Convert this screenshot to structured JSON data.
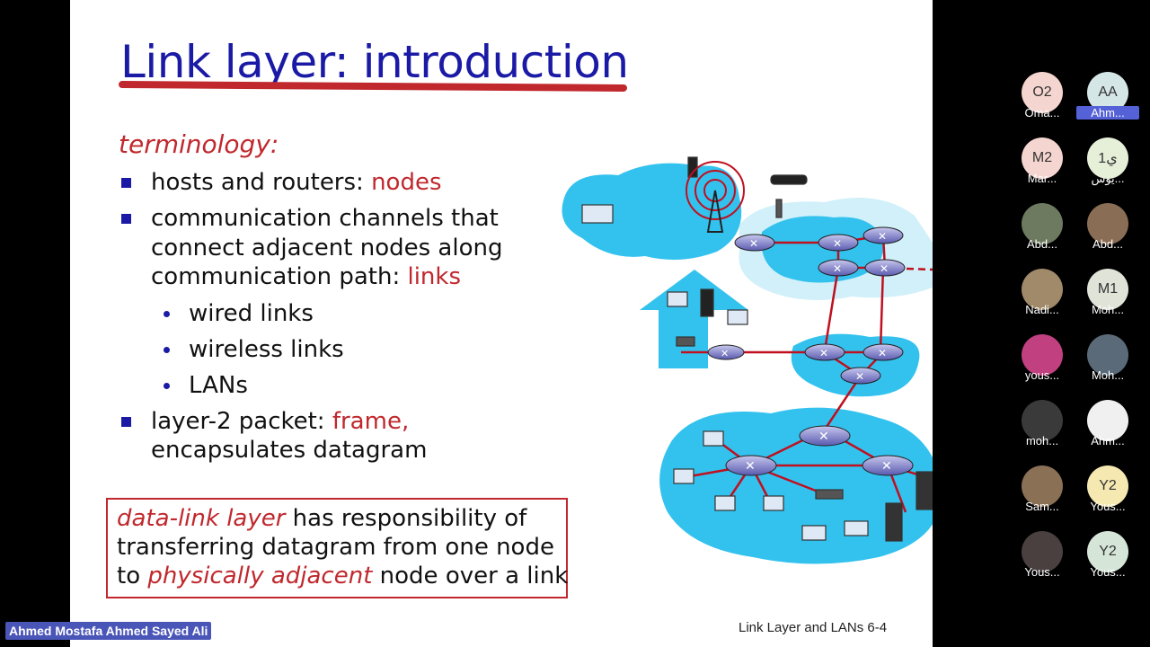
{
  "slide": {
    "title": "Link layer: introduction",
    "terminology_label": "terminology:",
    "bullets": [
      {
        "text": "hosts and routers: ",
        "highlight": "nodes"
      },
      {
        "lines": [
          "communication channels that",
          "connect adjacent nodes along",
          "communication path: "
        ],
        "highlight": "links"
      },
      {
        "text": "layer-2 packet: ",
        "highlight": "frame,",
        "line2": "encapsulates datagram"
      }
    ],
    "sub_bullets": [
      "wired links",
      "wireless links",
      "LANs"
    ],
    "definition": {
      "term": "data-link layer",
      "line1_rest": " has responsibility of",
      "line2": "transferring datagram from one node",
      "line3_pre": "to ",
      "line3_italic": "physically adjacent",
      "line3_post": " node over a link"
    },
    "footer": "Link Layer and LANs  6-4",
    "colors": {
      "title": "#1a1aa6",
      "accent": "#c0282d",
      "bullet": "#1a1aa6",
      "network": "#33c2ee"
    }
  },
  "participants": [
    {
      "initials": "O2",
      "name": "Oma...",
      "bg": "#f5d5cf"
    },
    {
      "initials": "AA",
      "name": "Ahm...",
      "bg": "#d5e6e7",
      "highlight": true
    },
    {
      "initials": "M2",
      "name": "Mar...",
      "bg": "#f5d5cf"
    },
    {
      "initials": "ي1",
      "name": "يوس...",
      "bg": "#e6f0d9"
    },
    {
      "initials": "",
      "name": "Abd...",
      "bg": "#6d7a5f",
      "photo": true
    },
    {
      "initials": "",
      "name": "Abd...",
      "bg": "#8a6d55",
      "photo": true
    },
    {
      "initials": "",
      "name": "Nadi...",
      "bg": "#a08a6a",
      "photo": true
    },
    {
      "initials": "M1",
      "name": "Moh...",
      "bg": "#dfe3d8"
    },
    {
      "initials": "",
      "name": "yous...",
      "bg": "#c04080",
      "photo": true
    },
    {
      "initials": "",
      "name": "Moh...",
      "bg": "#5a6a78",
      "photo": true
    },
    {
      "initials": "",
      "name": "moh...",
      "bg": "#3a3a3a",
      "photo": true
    },
    {
      "initials": "",
      "name": "Ahm...",
      "bg": "#f0f0f0",
      "photo": true
    },
    {
      "initials": "",
      "name": "Sam...",
      "bg": "#8a7055",
      "photo": true
    },
    {
      "initials": "Y2",
      "name": "Yous...",
      "bg": "#f5e8b0"
    },
    {
      "initials": "",
      "name": "Yous...",
      "bg": "#4a4040",
      "photo": true
    },
    {
      "initials": "Y2",
      "name": "Yous...",
      "bg": "#d5e6d8"
    }
  ],
  "presenter_name": "Ahmed Mostafa Ahmed Sayed Ali"
}
